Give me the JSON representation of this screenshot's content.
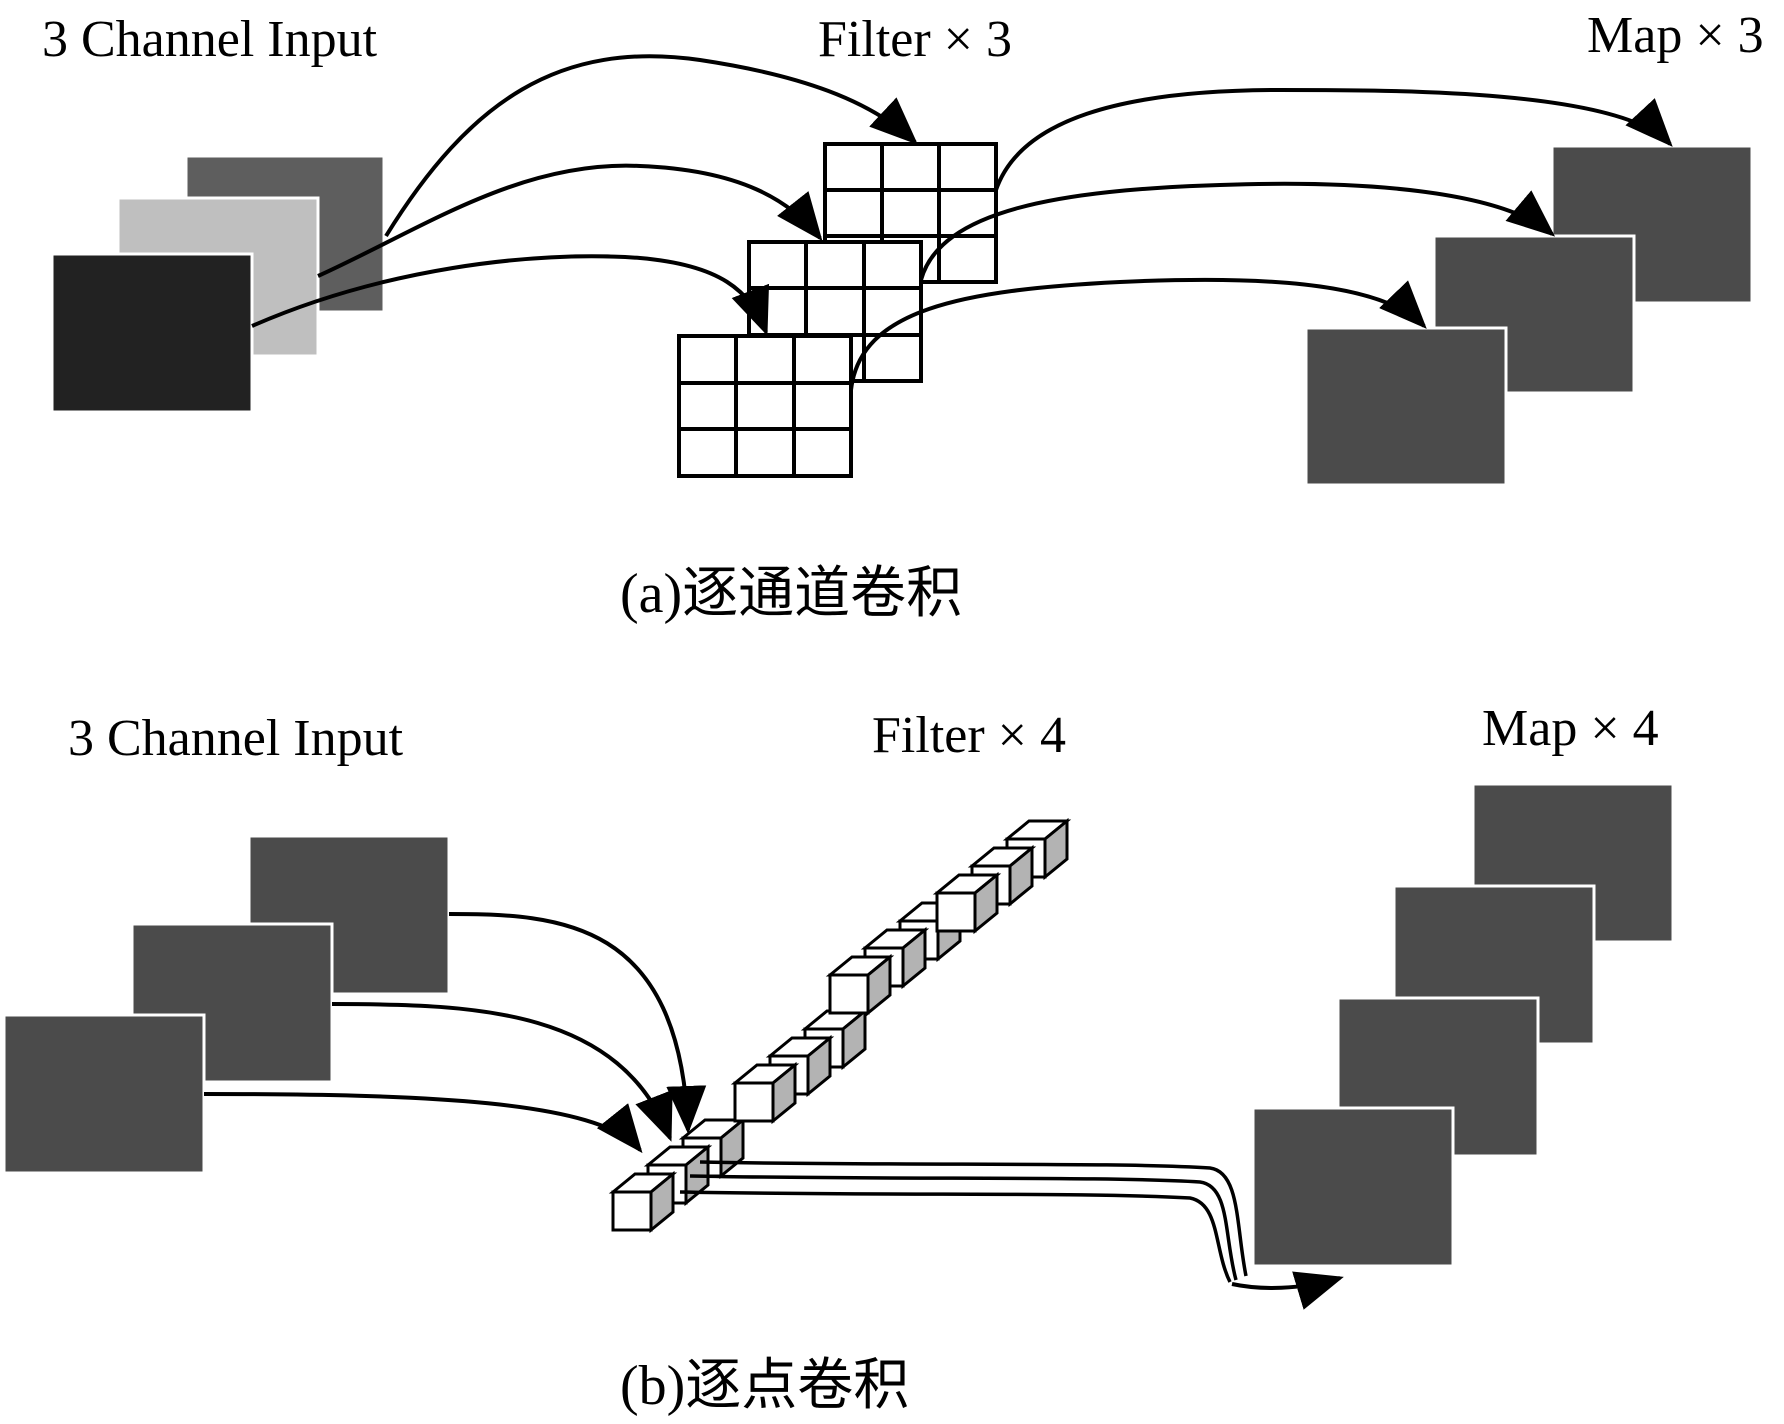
{
  "panel_a": {
    "input_label": "3 Channel Input",
    "filter_label": "Filter × 3",
    "map_label": "Map × 3",
    "caption": "(a)逐通道卷积",
    "channel_colors": [
      "#222222",
      "#bfbfbf",
      "#5e5e5e"
    ]
  },
  "panel_b": {
    "input_label": "3 Channel Input",
    "filter_label": "Filter × 4",
    "map_label": "Map × 4",
    "caption": "(b)逐点卷积"
  },
  "colors": {
    "map": "#4b4b4b",
    "stroke": "#000000",
    "cube_side": "#b3b3b3"
  }
}
